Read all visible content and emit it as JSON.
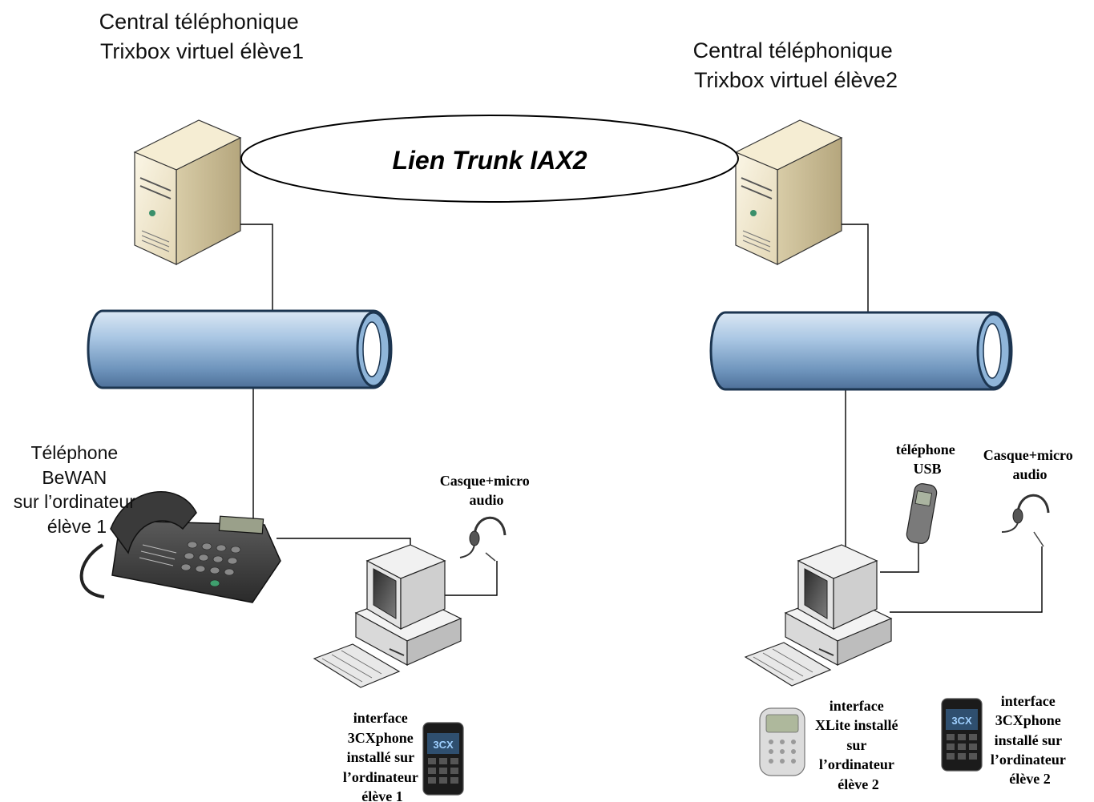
{
  "servers": {
    "left": {
      "lines": [
        "Central téléphonique",
        "Trixbox virtuel élève1"
      ]
    },
    "right": {
      "lines": [
        "Central téléphonique",
        "Trixbox virtuel élève2"
      ]
    }
  },
  "trunk": {
    "label": "Lien Trunk IAX2"
  },
  "phone_bewan": {
    "lines": [
      "Téléphone",
      "BeWAN",
      "sur l’ordinateur",
      "élève 1"
    ]
  },
  "headset_left": {
    "lines": [
      "Casque+micro",
      "audio"
    ]
  },
  "headset_right": {
    "lines": [
      "Casque+micro",
      "audio"
    ]
  },
  "usb_phone": {
    "lines": [
      "téléphone",
      "USB"
    ]
  },
  "softphone_left": {
    "lines": [
      "interface",
      "3CXphone",
      "installé sur",
      "l’ordinateur",
      "élève 1"
    ],
    "logo": "3CX"
  },
  "xlite_right": {
    "lines": [
      "interface",
      "XLite installé",
      "sur",
      "l’ordinateur",
      "élève 2"
    ]
  },
  "softphone_right": {
    "lines": [
      "interface",
      "3CXphone",
      "installé sur",
      "l’ordinateur",
      "élève 2"
    ],
    "logo": "3CX"
  },
  "colors": {
    "pipe": "#8fb5d9",
    "pipe_dark": "#1c3550",
    "server_body": "#efe6cc",
    "server_side": "#c9bd97"
  }
}
